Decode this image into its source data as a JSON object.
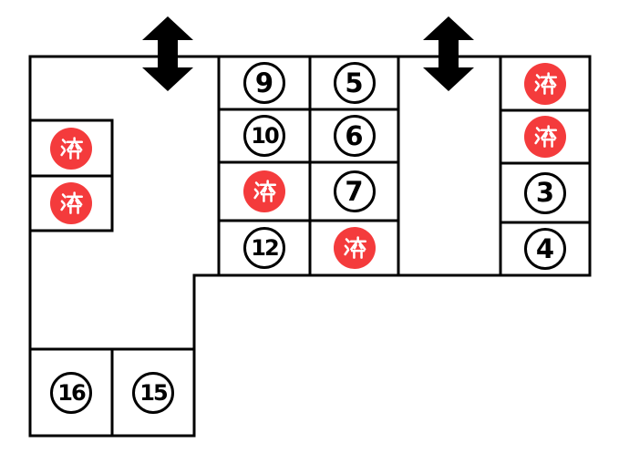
{
  "reserved_label": "済",
  "colors": {
    "reserved_red": "#f43b3c",
    "outline_black": "#000000",
    "background": "#ffffff",
    "badge_text_white": "#ffffff"
  },
  "icons": {
    "entrance_arrow": "vertical-double-arrow",
    "reserved_glyph": "済"
  },
  "seats": {
    "left_column": [
      {
        "label": "済",
        "state": "reserved"
      },
      {
        "label": "済",
        "state": "reserved"
      }
    ],
    "center_col_left": [
      {
        "label": "9",
        "state": "available"
      },
      {
        "label": "10",
        "state": "available"
      },
      {
        "label": "済",
        "state": "reserved"
      },
      {
        "label": "12",
        "state": "available"
      }
    ],
    "center_col_right": [
      {
        "label": "5",
        "state": "available"
      },
      {
        "label": "6",
        "state": "available"
      },
      {
        "label": "7",
        "state": "available"
      },
      {
        "label": "済",
        "state": "reserved"
      }
    ],
    "right_column": [
      {
        "label": "済",
        "state": "reserved"
      },
      {
        "label": "済",
        "state": "reserved"
      },
      {
        "label": "3",
        "state": "available"
      },
      {
        "label": "4",
        "state": "available"
      }
    ],
    "bottom_row": [
      {
        "label": "16",
        "state": "available"
      },
      {
        "label": "15",
        "state": "available"
      }
    ]
  }
}
